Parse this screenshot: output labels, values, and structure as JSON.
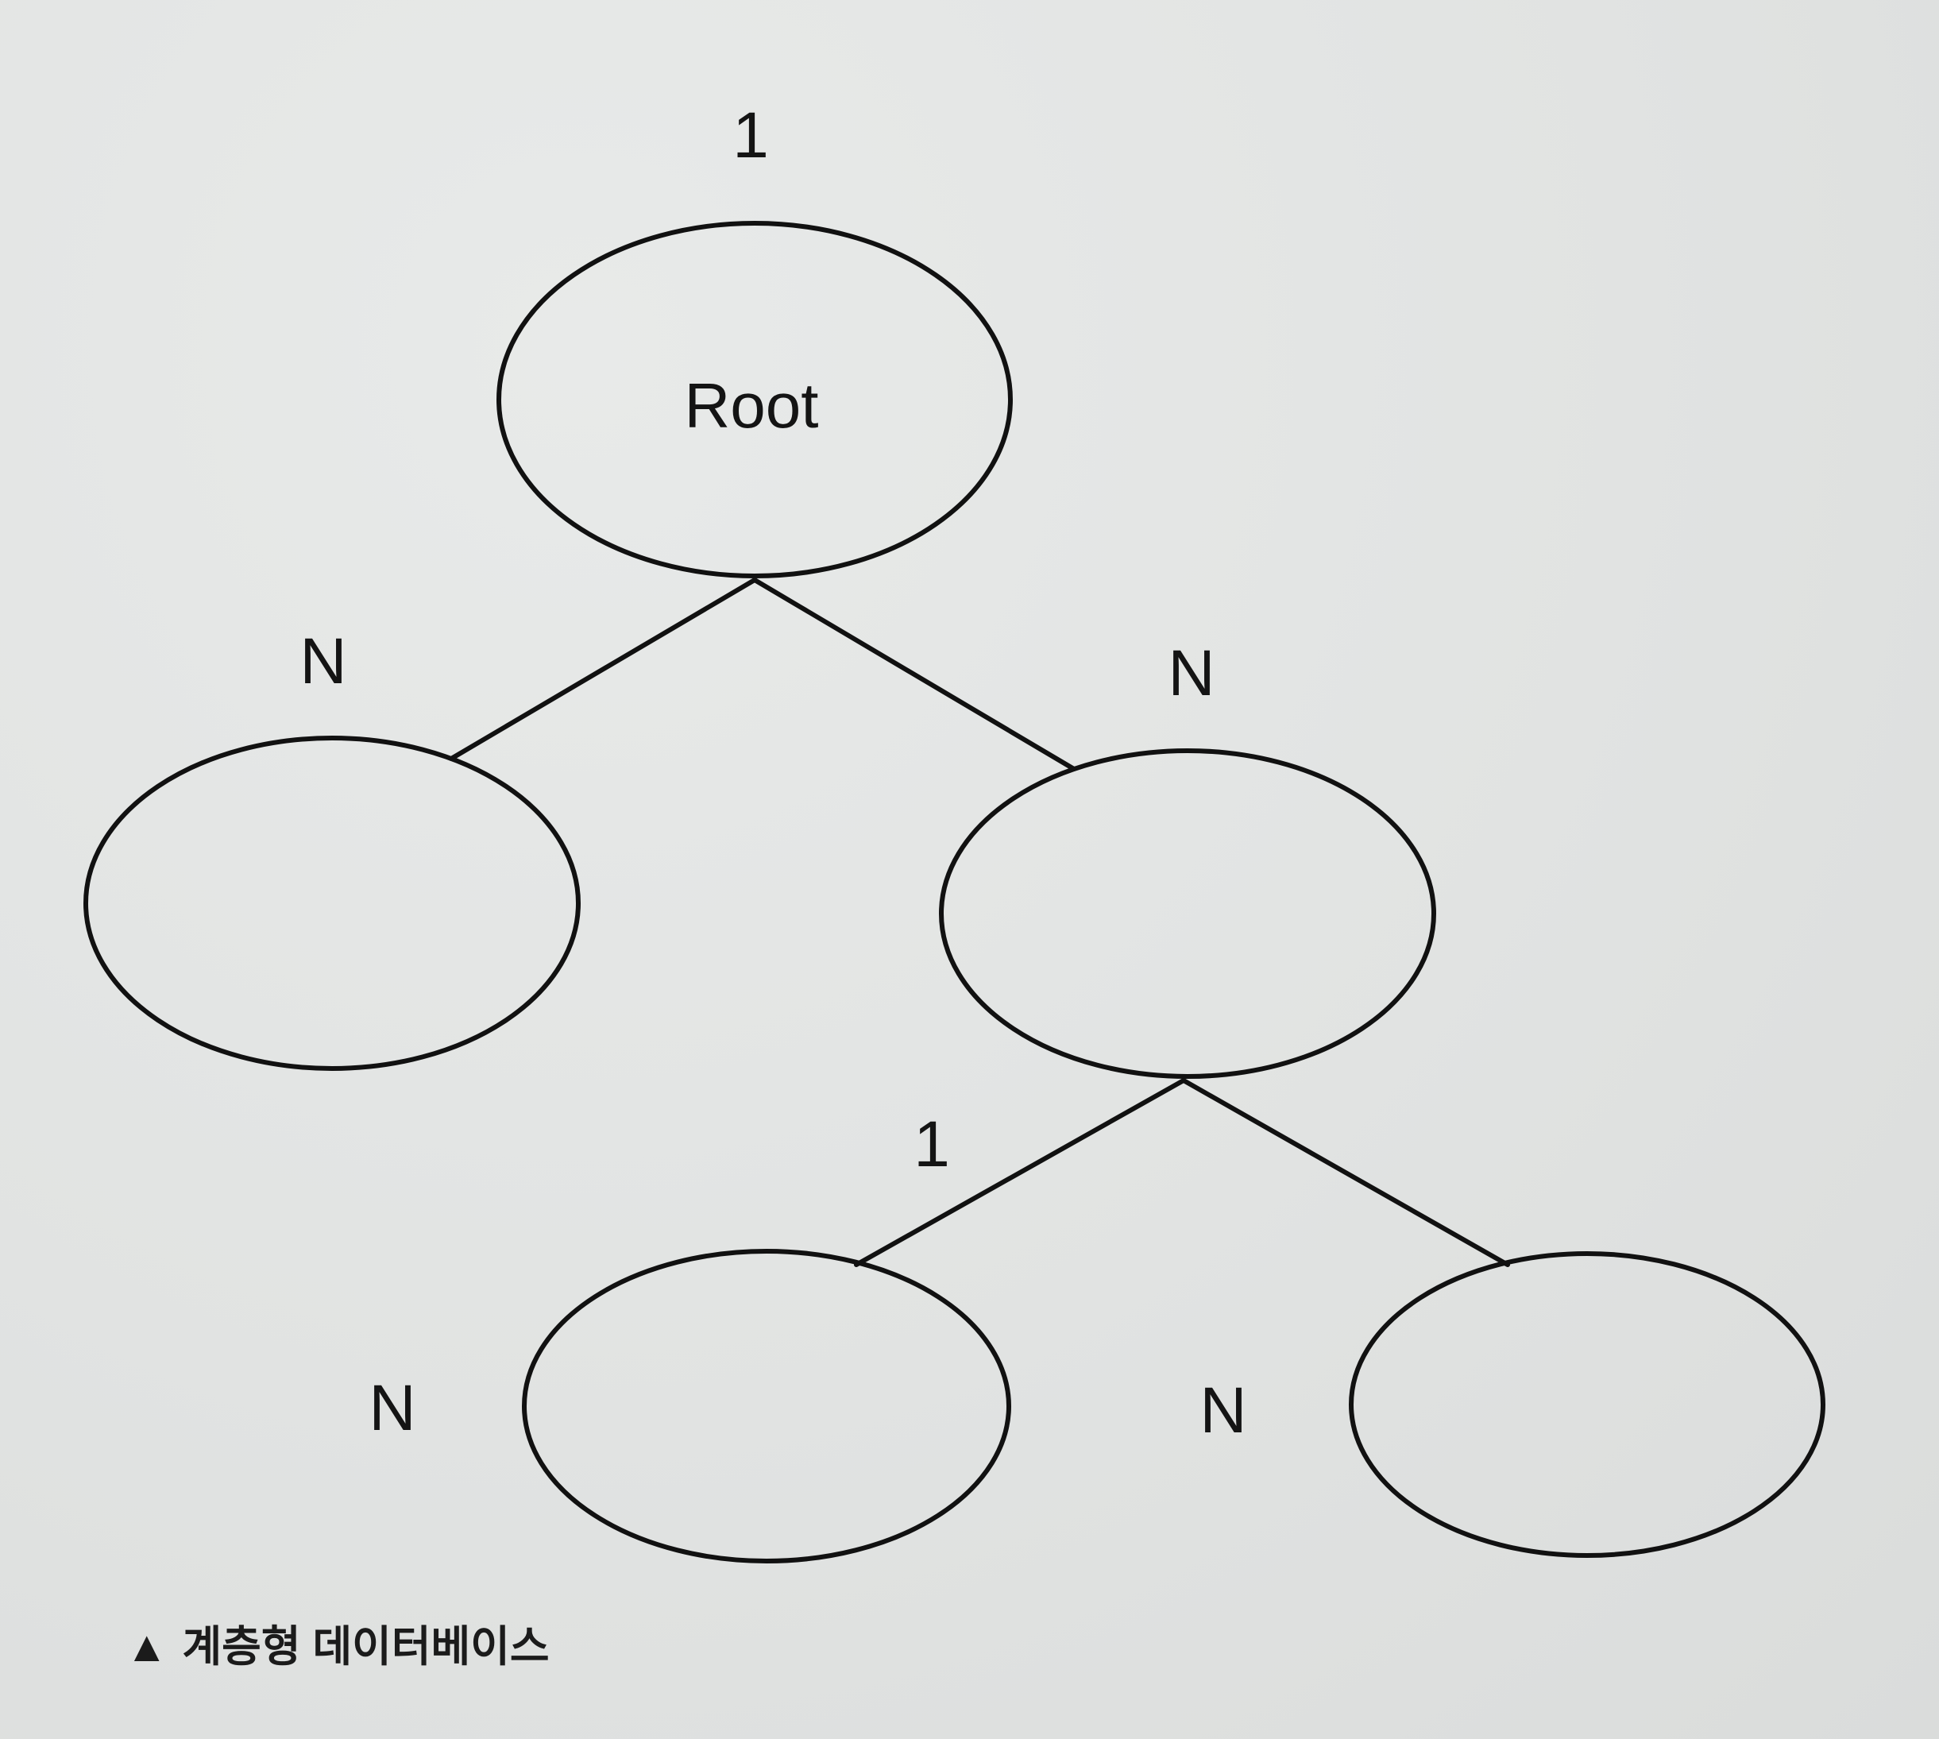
{
  "diagram": {
    "nodes": [
      {
        "id": "root",
        "label": "Root"
      },
      {
        "id": "left-child",
        "label": ""
      },
      {
        "id": "right-child",
        "label": ""
      },
      {
        "id": "grandchild-left",
        "label": ""
      },
      {
        "id": "grandchild-right",
        "label": ""
      }
    ],
    "edges": [
      {
        "from": "root",
        "to": "left-child"
      },
      {
        "from": "root",
        "to": "right-child"
      },
      {
        "from": "right-child",
        "to": "grandchild-left"
      },
      {
        "from": "right-child",
        "to": "grandchild-right"
      }
    ],
    "cardinality_labels": {
      "root_top": "1",
      "left_child": "N",
      "right_child": "N",
      "right_child_bottom": "1",
      "grandchild_left": "N",
      "grandchild_right": "N"
    }
  },
  "caption": {
    "marker": "▲",
    "text": "계층형 데이터베이스"
  },
  "colors": {
    "paper": "#e2e4e3",
    "ink": "#111111"
  }
}
